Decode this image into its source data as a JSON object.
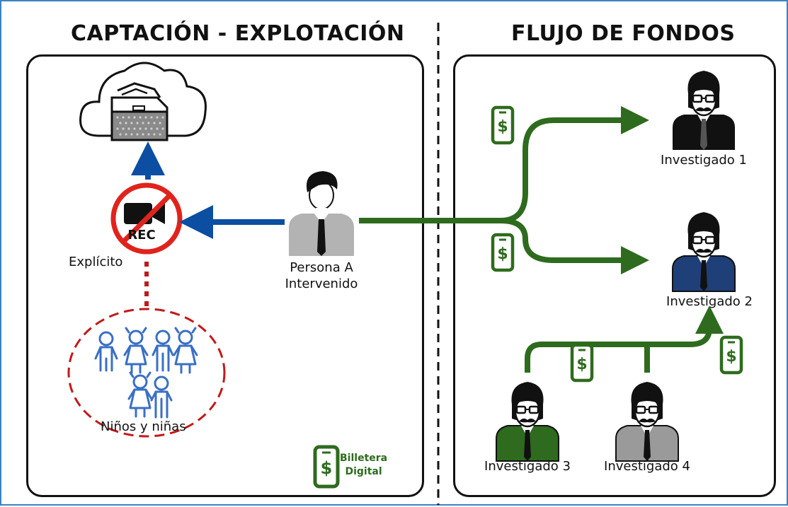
{
  "left_panel": {
    "title": "CAPTACIÓN - EXPLOTACIÓN"
  },
  "right_panel": {
    "title": "FLUJO DE FONDOS"
  },
  "nodes": {
    "explicit": "Explícito",
    "rec": "REC",
    "children": "Niños y niñas",
    "persona_a": [
      "Persona A",
      "Intervenido"
    ],
    "investigado_1": "Investigado 1",
    "investigado_2": "Investigado 2",
    "investigado_3": "Investigado 3",
    "investigado_4": "Investigado 4"
  },
  "legend": {
    "line1": "Billetera",
    "line2": "Digital"
  },
  "colors": {
    "blue_arrow": "#0b4ea2",
    "green_flow": "#2e6b1e",
    "red_prohibited": "#e0231c",
    "dashed_red": "#c01a1a",
    "children_blue": "#3a6fc4",
    "suit_black": "#111111",
    "suit_navy": "#1f3f78",
    "suit_green": "#2e6b1e",
    "suit_gray": "#9a9a9a"
  },
  "icons": [
    "cloud-archive-icon",
    "prohibited-camera-icon",
    "children-group-icon",
    "person-icon",
    "detective-icon",
    "wallet-phone-icon"
  ]
}
